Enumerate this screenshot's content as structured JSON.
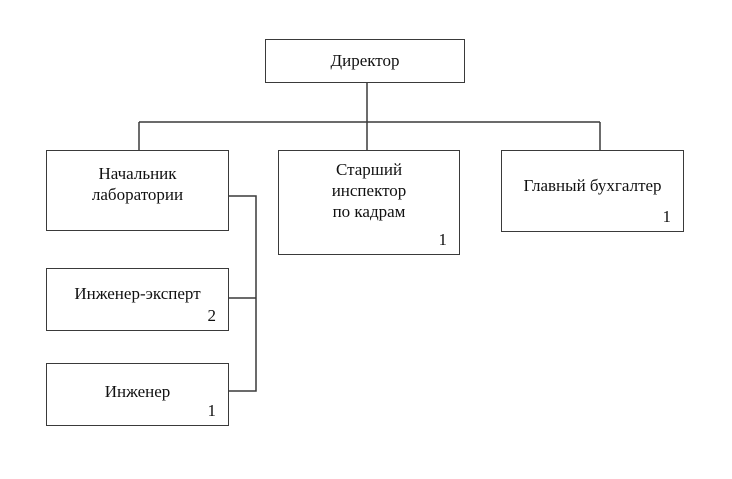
{
  "diagram": {
    "type": "org-chart",
    "nodes": [
      {
        "id": "director",
        "title": "Директор",
        "count": null
      },
      {
        "id": "lab_head",
        "title_lines": [
          "Начальник",
          "лаборатории"
        ],
        "count": null
      },
      {
        "id": "hr_inspector",
        "title_lines": [
          "Старший",
          "инспектор",
          "по кадрам"
        ],
        "count": "1"
      },
      {
        "id": "chief_accountant",
        "title": "Главный бухгалтер",
        "count": "1"
      },
      {
        "id": "engineer_expert",
        "title": "Инженер-эксперт",
        "count": "2"
      },
      {
        "id": "engineer",
        "title": "Инженер",
        "count": "1"
      }
    ],
    "edges": [
      {
        "from": "director",
        "to": "lab_head"
      },
      {
        "from": "director",
        "to": "hr_inspector"
      },
      {
        "from": "director",
        "to": "chief_accountant"
      },
      {
        "from": "lab_head",
        "to": "engineer_expert"
      },
      {
        "from": "lab_head",
        "to": "engineer"
      }
    ],
    "line_color": "#3a3a3a"
  }
}
